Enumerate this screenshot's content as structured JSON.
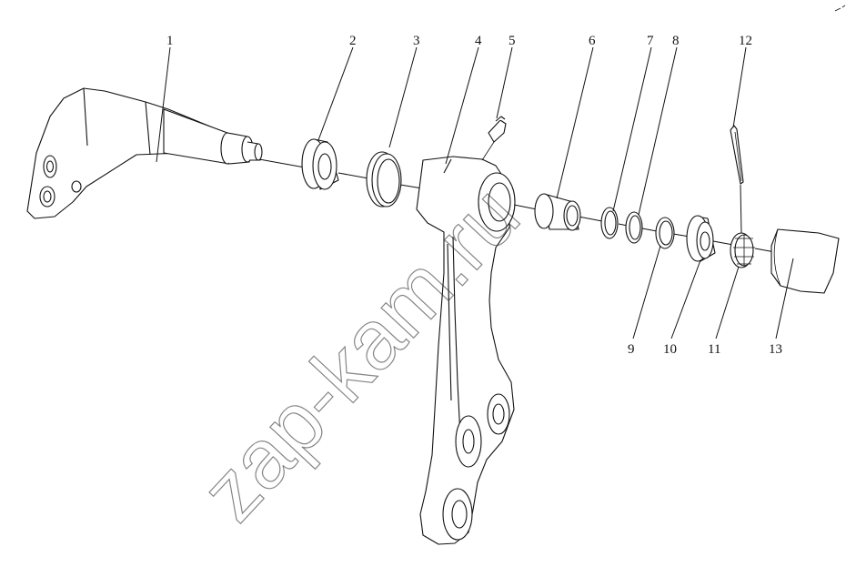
{
  "diagram": {
    "part_labels": [
      "1",
      "2",
      "3",
      "4",
      "5",
      "6",
      "7",
      "8",
      "9",
      "10",
      "11",
      "12",
      "13"
    ],
    "watermark": "zap-kam.ru"
  }
}
